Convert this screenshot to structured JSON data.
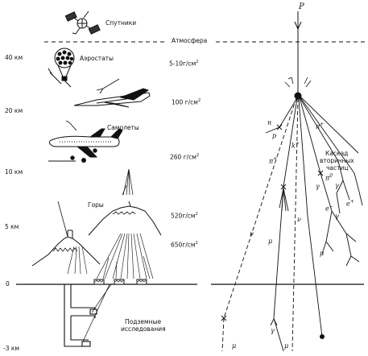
{
  "altitudes": [
    "40 км",
    "20 км",
    "10 км",
    "5 км",
    "0",
    "-3 км"
  ],
  "objects": {
    "satellites": "Спутники",
    "atmosphere": "Атмосфера",
    "balloons": "Аэростаты",
    "planes": "Самолеты",
    "mountains": "Горы",
    "underground_line1": "Подземные",
    "underground_line2": "исследования"
  },
  "depths": [
    "5-10г/см",
    "100 г/см",
    "260 г/см",
    "520г/см",
    "650г/см"
  ],
  "depth_sup": "2",
  "shower": {
    "primary": "P",
    "cascade_line1": "Каскад",
    "cascade_line2": "вторичных",
    "cascade_line3": "частиц",
    "n": "n",
    "p": "p",
    "kaon": "k",
    "kaon_sup": "+",
    "pion_left": "π",
    "pion_left_sup": "+",
    "pion_top": "π",
    "pion_top_sup": "+",
    "pion_zero": "π",
    "pion_zero_sup": "0",
    "gamma": "γ",
    "electron_minus": "e",
    "electron_minus_sup": "−",
    "electron_plus": "e",
    "electron_plus_sup": "+",
    "nu": "ν",
    "mu": "μ"
  }
}
